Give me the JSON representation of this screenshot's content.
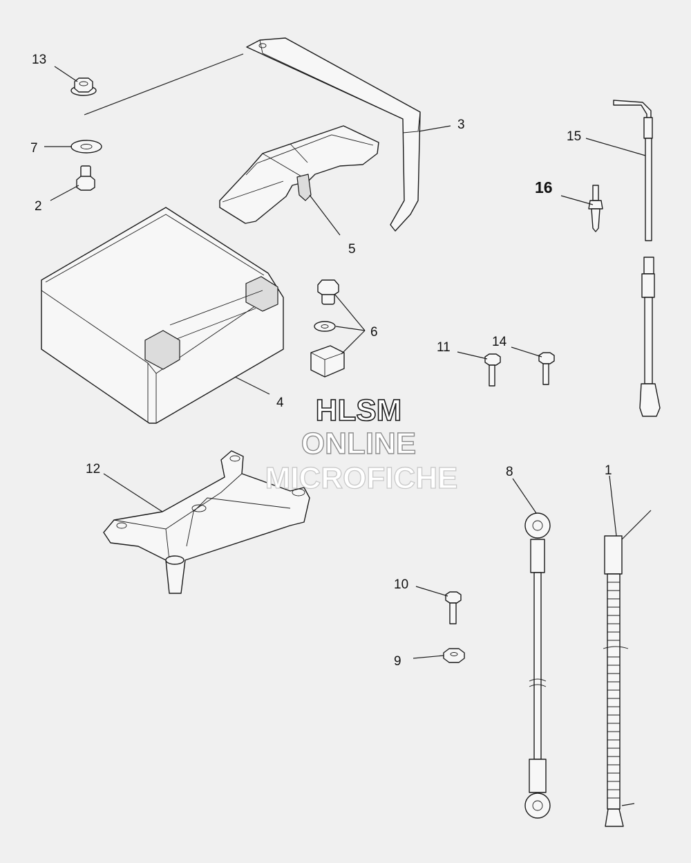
{
  "callouts": {
    "c1": "1",
    "c2": "2",
    "c3": "3",
    "c4": "4",
    "c5": "5",
    "c6": "6",
    "c7": "7",
    "c8": "8",
    "c9": "9",
    "c10": "10",
    "c11": "11",
    "c12": "12",
    "c13": "13",
    "c14": "14",
    "c15": "15",
    "c16": "16"
  },
  "watermark": {
    "line1": "HLSM",
    "line2": "ONLINE",
    "line3": "MICROFICHE"
  }
}
